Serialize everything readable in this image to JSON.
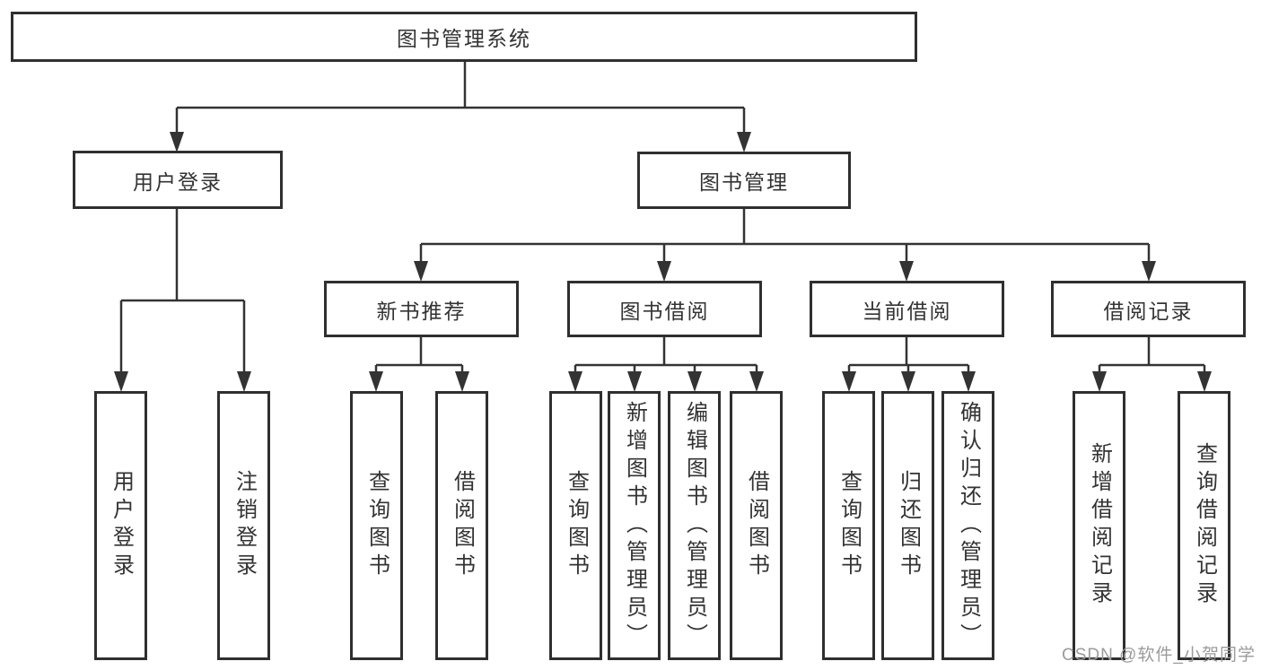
{
  "tree": {
    "root": {
      "label": "图书管理系统"
    },
    "user_login": {
      "label": "用户登录",
      "leaves": [
        "用户登录",
        "注销登录"
      ]
    },
    "book_mgmt": {
      "label": "图书管理"
    },
    "modules": [
      {
        "label": "新书推荐",
        "leaves": [
          "查询图书",
          "借阅图书"
        ]
      },
      {
        "label": "图书借阅",
        "leaves": [
          "查询图书",
          "新增图书（管理员）",
          "编辑图书（管理员）",
          "借阅图书"
        ]
      },
      {
        "label": "当前借阅",
        "leaves": [
          "查询图书",
          "归还图书",
          "确认归还（管理员）"
        ]
      },
      {
        "label": "借阅记录",
        "leaves": [
          "新增借阅记录",
          "查询借阅记录"
        ]
      }
    ]
  },
  "watermark": "CSDN @软件_小贺同学",
  "colors": {
    "line": "#333333",
    "box_border": "#2f2f2f",
    "text": "#333333",
    "watermark": "#9b9b9b",
    "background": "#ffffff"
  }
}
